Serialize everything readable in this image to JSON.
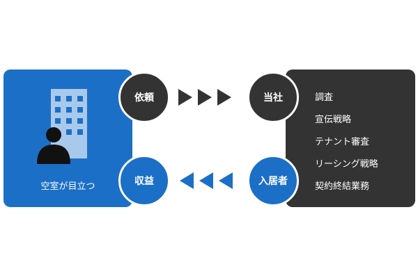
{
  "left_panel": {
    "caption": "空室が目立つ",
    "icon": "building-with-person-icon",
    "color": "#1c6fc6"
  },
  "right_panel": {
    "color": "#333333",
    "services": [
      "調査",
      "宣伝戦略",
      "テナント審査",
      "リーシング戦略",
      "契約終結業務"
    ]
  },
  "nodes": {
    "request": "依頼",
    "company": "当社",
    "revenue": "収益",
    "tenant": "入居者"
  },
  "arrows": {
    "top": {
      "direction": "right",
      "count": 3,
      "color": "#333333"
    },
    "bottom": {
      "direction": "left",
      "count": 3,
      "color": "#1c6fc6"
    }
  }
}
